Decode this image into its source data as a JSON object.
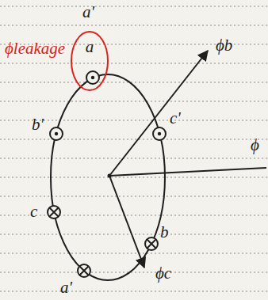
{
  "diagram": {
    "nodes": [
      {
        "text": [
          "a"
        ]
      }
    ],
    "edges": [],
    "labels": [
      "ϕleakage",
      "a'",
      "ϕb",
      "b'",
      "c'",
      "ϕ",
      "c",
      "b",
      "ϕc",
      "a'"
    ]
  }
}
